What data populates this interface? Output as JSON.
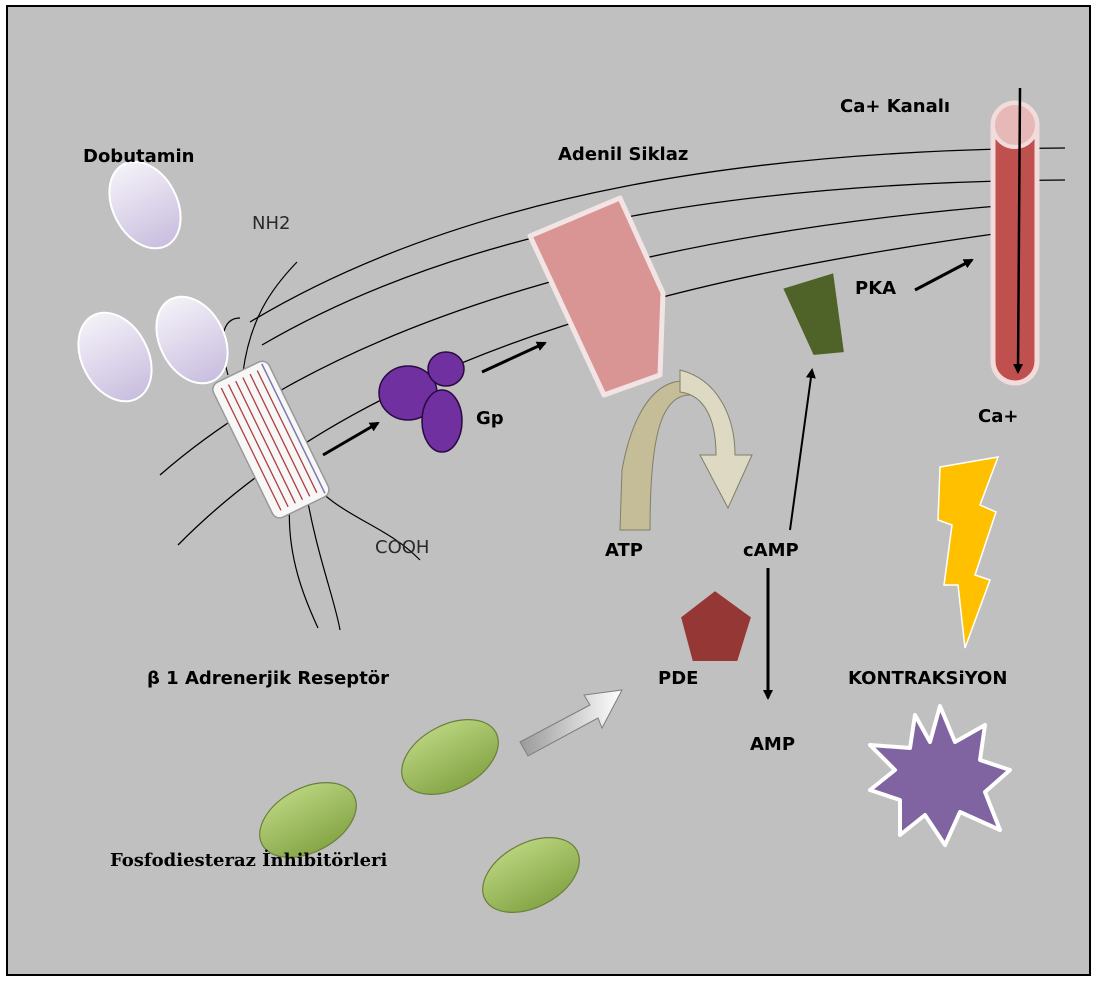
{
  "labels": {
    "dobutamin": "Dobutamin",
    "nh2": "NH2",
    "cooh": "COOH",
    "receptor": "β 1 Adrenerjik Reseptör",
    "gp": "Gp",
    "adenyl_cyclase": "Adenil Siklaz",
    "atp": "ATP",
    "camp": "cAMP",
    "pka": "PKA",
    "ca_channel": "Ca+ Kanalı",
    "ca_ion": "Ca+",
    "contraction": "KONTRAKSiYON",
    "pde": "PDE",
    "amp": "AMP",
    "pde_inhibitors": "Fosfodiesteraz İnhibitörleri"
  },
  "colors": {
    "background": "#c0c0c0",
    "frame": "#000000",
    "dobutamin_fill": "#e6e0f0",
    "gp_fill": "#7030a0",
    "adenyl_cyclase_fill": "#d99594",
    "pka_fill": "#4f6228",
    "channel_fill": "#c0504d",
    "pde_fill": "#953735",
    "inhibitor_fill": "#9bbb59",
    "bolt_fill": "#ffc000",
    "burst_fill": "#8064a2",
    "atp_arrow_fill": "#c4bd97",
    "camp_arrow_fill": "#ddd9c3"
  }
}
